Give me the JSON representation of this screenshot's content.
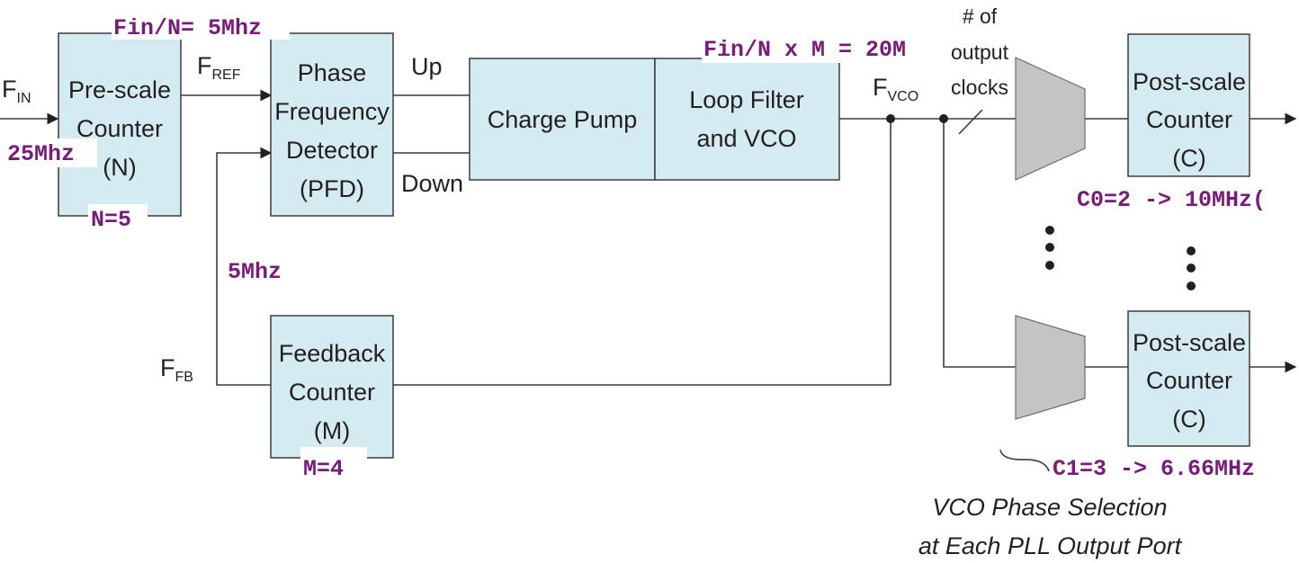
{
  "blocks": {
    "prescale": {
      "lines": [
        "Pre-scale",
        "Counter",
        "(N)"
      ]
    },
    "pfd": {
      "lines": [
        "Phase",
        "Frequency",
        "Detector",
        "(PFD)"
      ]
    },
    "charge_pump": {
      "label": "Charge Pump"
    },
    "loop_filter": {
      "lines": [
        "Loop Filter",
        "and VCO"
      ]
    },
    "feedback": {
      "lines": [
        "Feedback",
        "Counter",
        "(M)"
      ]
    },
    "postscale_top": {
      "lines": [
        "Post-scale",
        "Counter",
        "(C)"
      ]
    },
    "postscale_bottom": {
      "lines": [
        "Post-scale",
        "Counter",
        "(C)"
      ]
    }
  },
  "signals": {
    "fin": {
      "main": "F",
      "sub": "IN"
    },
    "fref": {
      "main": "F",
      "sub": "REF"
    },
    "ffb": {
      "main": "F",
      "sub": "FB"
    },
    "fvco": {
      "main": "F",
      "sub": "VCO"
    },
    "up": "Up",
    "down": "Down",
    "num_output_clocks": [
      "# of",
      "output",
      "clocks"
    ]
  },
  "annotations": {
    "fin_over_n": "Fin/N= 5Mhz",
    "input_freq": "25Mhz",
    "n_value": "N=5",
    "feedback_freq": "5Mhz",
    "m_value": "M=4",
    "vco_freq": "Fin/N x M = 20M",
    "c0": "C0=2 -> 10MHz(",
    "c1": "C1=3 -> 6.66MHz"
  },
  "caption": [
    "VCO Phase Selection",
    "at Each PLL Output Port"
  ],
  "colors": {
    "block_fill": "#d3ebf1",
    "annotation": "#7a1a7a",
    "mux_fill": "#c4c4c4"
  }
}
